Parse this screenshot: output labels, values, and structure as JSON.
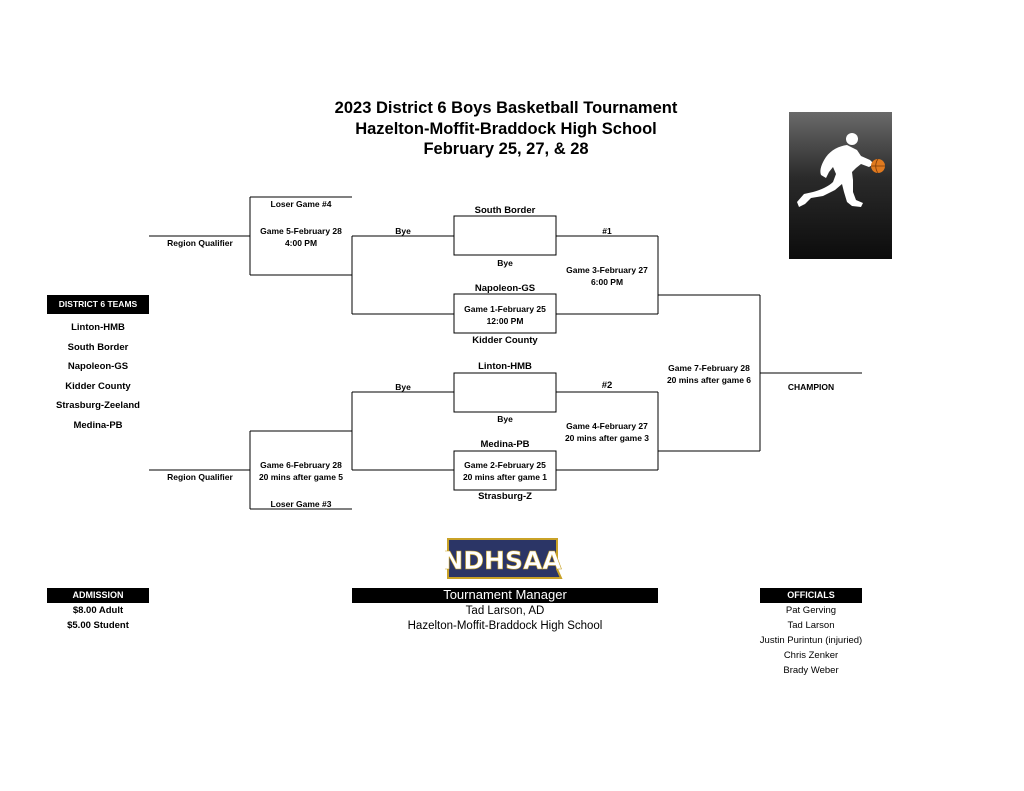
{
  "header": {
    "line1": "2023 District 6 Boys Basketball Tournament",
    "line2": "Hazelton-Moffit-Braddock High School",
    "line3": "February 25, 27, & 28"
  },
  "teams": {
    "header": "DISTRICT 6 TEAMS",
    "list": [
      "Linton-HMB",
      "South Border",
      "Napoleon-GS",
      "Kidder County",
      "Strasburg-Zeeland",
      "Medina-PB"
    ]
  },
  "bracket": {
    "loser4": "Loser Game #4",
    "game5_line1": "Game 5-February 28",
    "game5_line2": "4:00 PM",
    "region_top": "Region Qualifier",
    "bye_top_left": "Bye",
    "south_border": "South Border",
    "bye_top_mid": "Bye",
    "napoleon": "Napoleon-GS",
    "game1_line1": "Game 1-February 25",
    "game1_line2": "12:00 PM",
    "kidder": "Kidder County",
    "seed1": "#1",
    "game3_line1": "Game 3-February 27",
    "game3_line2": "6:00 PM",
    "game7_line1": "Game 7-February 28",
    "game7_line2": "20 mins after game 6",
    "champion": "CHAMPION",
    "linton": "Linton-HMB",
    "bye_bot_left": "Bye",
    "bye_bot_mid": "Bye",
    "seed2": "#2",
    "game4_line1": "Game 4-February 27",
    "game4_line2": "20 mins after game 3",
    "medina": "Medina-PB",
    "game2_line1": "Game 2-February 25",
    "game2_line2": "20 mins after game 1",
    "strasburg": "Strasburg-Z",
    "game6_line1": "Game 6-February 28",
    "game6_line2": "20 mins after game 5",
    "region_bottom": "Region Qualifier",
    "loser3": "Loser Game #3"
  },
  "logo": {
    "text": "NDHSAA",
    "colors": {
      "fill": "#2b3566",
      "outline": "#c9a227"
    }
  },
  "admission": {
    "header": "ADMISSION",
    "adult": "$8.00 Adult",
    "student": "$5.00 Student"
  },
  "manager": {
    "header": "Tournament Manager",
    "name": "Tad Larson, AD",
    "school": "Hazelton-Moffit-Braddock High School"
  },
  "officials": {
    "header": "OFFICIALS",
    "list": [
      "Pat Gerving",
      "Tad Larson",
      "Justin Purintun (injuried)",
      "Chris Zenker",
      "Brady Weber"
    ]
  }
}
